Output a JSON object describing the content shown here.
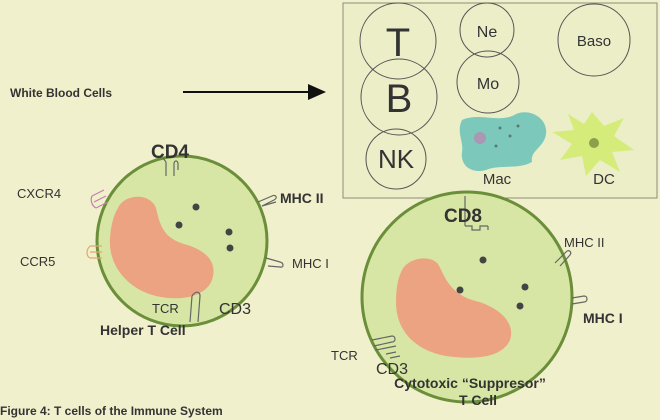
{
  "colors": {
    "background": "#f1f0cc",
    "panel": "#eceec8",
    "panel_border": "#8c8c7a",
    "cell_fill": "#d7e6a4",
    "cell_border": "#6b8e3a",
    "nucleus": "#eca382",
    "granule": "#444444",
    "receptor": "#666666",
    "mhc_highlight": "#b22222",
    "mac_fill": "#7cc9bc",
    "dc_fill": "#d6ec7a",
    "cxcr4_receptor": "#c47fae",
    "ccr5_receptor": "#e0a86c"
  },
  "panel": {
    "cells": [
      {
        "id": "t",
        "label": "T"
      },
      {
        "id": "b",
        "label": "B"
      },
      {
        "id": "nk",
        "label": "NK"
      },
      {
        "id": "ne",
        "label": "Ne"
      },
      {
        "id": "mo",
        "label": "Mo"
      },
      {
        "id": "baso",
        "label": "Baso"
      },
      {
        "id": "mac",
        "label": "Mac"
      },
      {
        "id": "dc",
        "label": "DC"
      }
    ]
  },
  "arrow": {
    "label": "White Blood Cells"
  },
  "helper": {
    "title": "CD4",
    "labels": {
      "cxcr4": "CXCR4",
      "ccr5": "CCR5",
      "mhc2": "MHC II",
      "mhc1": "MHC I",
      "tcr": "TCR",
      "cd3": "CD3"
    },
    "name": "Helper T Cell"
  },
  "cytotoxic": {
    "title": "CD8",
    "labels": {
      "mhc2": "MHC II",
      "mhc1": "MHC I",
      "tcr": "TCR",
      "cd3": "CD3"
    },
    "name_line1": "Cytotoxic “Suppresor”",
    "name_line2": "T Cell"
  },
  "caption": "Figure 4: T cells of the Immune System"
}
